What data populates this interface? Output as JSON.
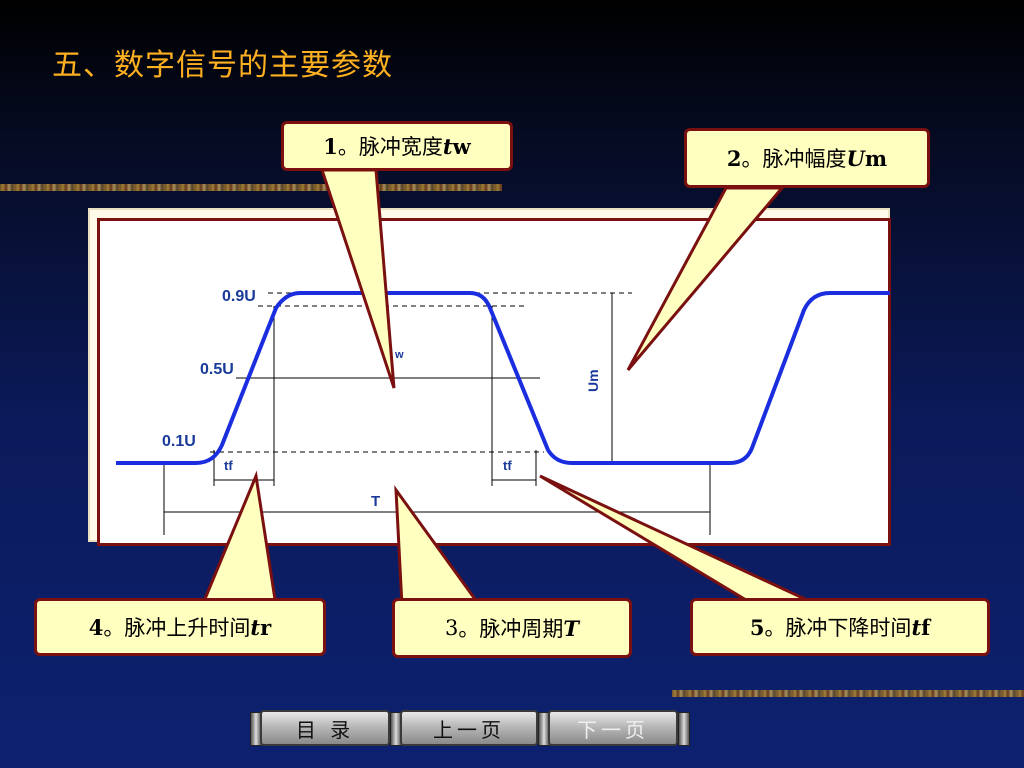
{
  "title": "五、数字信号的主要参数",
  "callouts": {
    "c1": {
      "num": "1",
      "sep": "。",
      "text": "脉冲宽度",
      "sym_italic": "t",
      "sym_sub": "w"
    },
    "c2": {
      "num": "2",
      "sep": "。",
      "text": "脉冲幅度",
      "sym_italic": "U",
      "sym_sub": "m"
    },
    "c3": {
      "num": "3",
      "sep": "。",
      "text": "脉冲周期",
      "sym_italic": "T",
      "sym_sub": ""
    },
    "c4": {
      "num": "4",
      "sep": "。",
      "text": "脉冲上升时间",
      "sym_italic": "t",
      "sym_sub": "r"
    },
    "c5": {
      "num": "5",
      "sep": "。",
      "text": "脉冲下降时间",
      "sym_italic": "t",
      "sym_sub": "f"
    }
  },
  "diagram": {
    "labels": {
      "u09": "0.9U",
      "u05": "0.5U",
      "u01": "0.1U",
      "tf_left": "tf",
      "tf_right": "tf",
      "period": "T",
      "amplitude": "Um",
      "tw_fragment": "w"
    }
  },
  "nav": {
    "contents": "目 录",
    "prev": "上一页",
    "next": "下一页"
  },
  "colors": {
    "title": "#ffb020",
    "callout_fill": "#ffffc0",
    "callout_border": "#7a1010",
    "waveform": "#1a2ee0",
    "label_blue": "#1a3a9a"
  }
}
